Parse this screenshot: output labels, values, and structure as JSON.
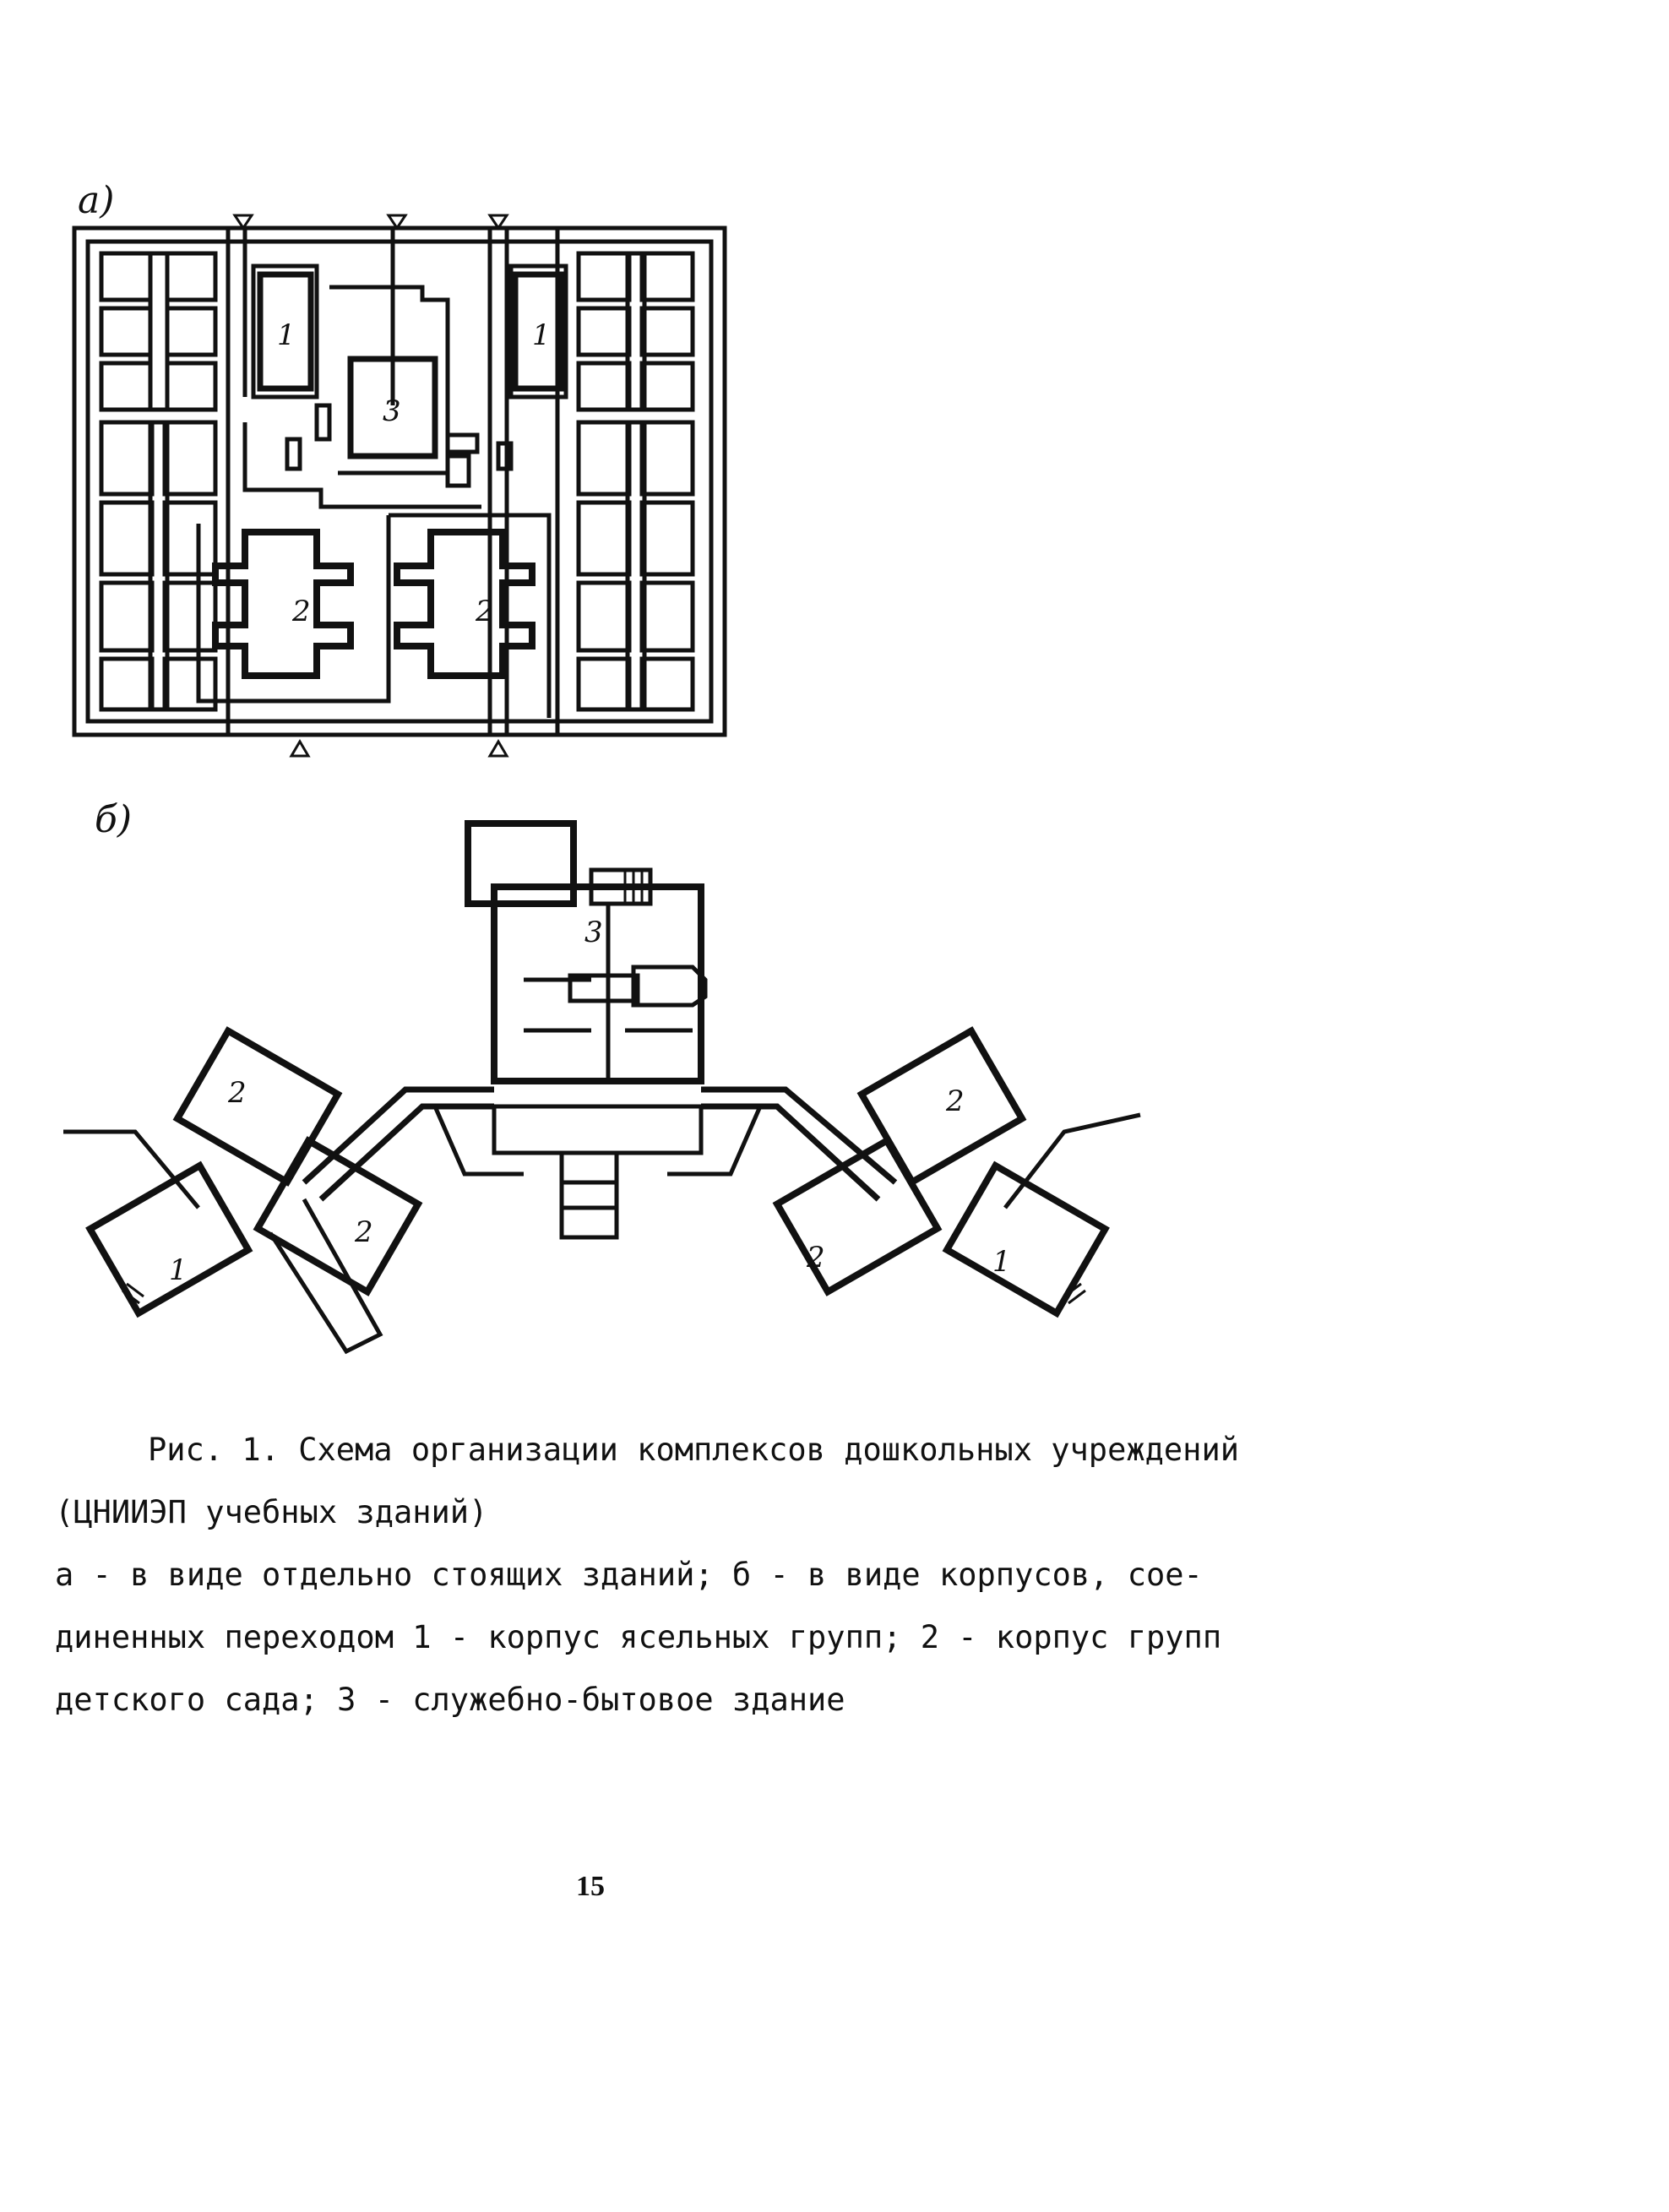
{
  "panel_a_label": "а)",
  "panel_b_label": "б)",
  "plan_a_labels": {
    "bld1_left": "1",
    "bld1_right": "1",
    "bld3": "3",
    "bld2_left": "2",
    "bld2_right": "2"
  },
  "plan_b_labels": {
    "bld3": "3",
    "bld2_left": "2",
    "bld2_left_lower": "2",
    "bld1_left": "1",
    "bld2_right": "2",
    "bld2_right_lower": "2",
    "bld1_right": "1"
  },
  "caption": {
    "line1": "Рис. 1. Схема организации комплексов дошкольных учреждений",
    "line2": "(ЦНИИЭП учебных зданий)",
    "line3": "а - в виде отдельно стоящих зданий; б - в виде корпусов, сое-",
    "line4": "диненных переходом  1 - корпус ясельных групп; 2 - корпус групп",
    "line5": "детского сада; 3 - служебно-бытовое здание"
  },
  "page_number": "15"
}
